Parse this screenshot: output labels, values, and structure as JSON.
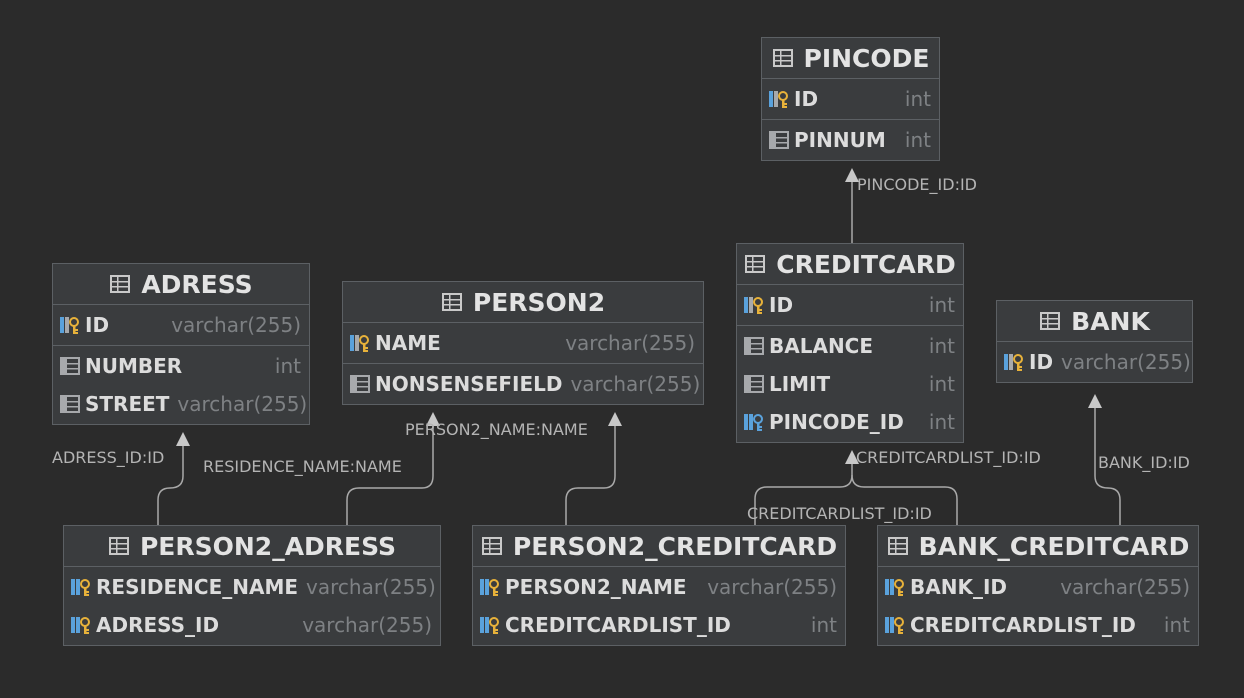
{
  "tables": {
    "pincode": {
      "name": "PINCODE",
      "groups": [
        [
          {
            "icon": "pk-key-icon",
            "name": "ID",
            "type": "int"
          }
        ],
        [
          {
            "icon": "column-icon",
            "name": "PINNUM",
            "type": "int"
          }
        ]
      ]
    },
    "creditcard": {
      "name": "CREDITCARD",
      "groups": [
        [
          {
            "icon": "pk-key-icon",
            "name": "ID",
            "type": "int"
          }
        ],
        [
          {
            "icon": "column-icon",
            "name": "BALANCE",
            "type": "int"
          },
          {
            "icon": "column-icon",
            "name": "LIMIT",
            "type": "int"
          },
          {
            "icon": "fk-key-icon",
            "name": "PINCODE_ID",
            "type": "int"
          }
        ]
      ]
    },
    "bank": {
      "name": "BANK",
      "groups": [
        [
          {
            "icon": "pk-key-icon",
            "name": "ID",
            "type": "varchar(255)"
          }
        ]
      ]
    },
    "adress": {
      "name": "ADRESS",
      "groups": [
        [
          {
            "icon": "pk-key-icon",
            "name": "ID",
            "type": "varchar(255)"
          }
        ],
        [
          {
            "icon": "column-icon",
            "name": "NUMBER",
            "type": "int"
          },
          {
            "icon": "column-icon",
            "name": "STREET",
            "type": "varchar(255)"
          }
        ]
      ]
    },
    "person2": {
      "name": "PERSON2",
      "groups": [
        [
          {
            "icon": "pk-key-icon",
            "name": "NAME",
            "type": "varchar(255)"
          }
        ],
        [
          {
            "icon": "column-icon",
            "name": "NONSENSEFIELD",
            "type": "varchar(255)"
          }
        ]
      ]
    },
    "person2_adress": {
      "name": "PERSON2_ADRESS",
      "groups": [
        [
          {
            "icon": "pk-fk-key-icon",
            "name": "RESIDENCE_NAME",
            "type": "varchar(255)"
          },
          {
            "icon": "pk-fk-key-icon",
            "name": "ADRESS_ID",
            "type": "varchar(255)"
          }
        ]
      ]
    },
    "person2_creditcard": {
      "name": "PERSON2_CREDITCARD",
      "groups": [
        [
          {
            "icon": "pk-fk-key-icon",
            "name": "PERSON2_NAME",
            "type": "varchar(255)"
          },
          {
            "icon": "pk-fk-key-icon",
            "name": "CREDITCARDLIST_ID",
            "type": "int"
          }
        ]
      ]
    },
    "bank_creditcard": {
      "name": "BANK_CREDITCARD",
      "groups": [
        [
          {
            "icon": "pk-fk-key-icon",
            "name": "BANK_ID",
            "type": "varchar(255)"
          },
          {
            "icon": "pk-fk-key-icon",
            "name": "CREDITCARDLIST_ID",
            "type": "int"
          }
        ]
      ]
    }
  },
  "relations": {
    "pincode_id": "PINCODE_ID:ID",
    "adress_id": "ADRESS_ID:ID",
    "residence_name": "RESIDENCE_NAME:NAME",
    "person2_name": "PERSON2_NAME:NAME",
    "creditcardlist_id_1": "CREDITCARDLIST_ID:ID",
    "creditcardlist_id_2": "CREDITCARDLIST_ID:ID",
    "bank_id": "BANK_ID:ID"
  },
  "colors": {
    "background": "#2b2b2b",
    "table_bg": "#3a3c3e",
    "border": "#5c6064",
    "key_gold": "#e8b23a",
    "key_blue": "#5aa2dc",
    "edge": "#a9a9a9"
  }
}
